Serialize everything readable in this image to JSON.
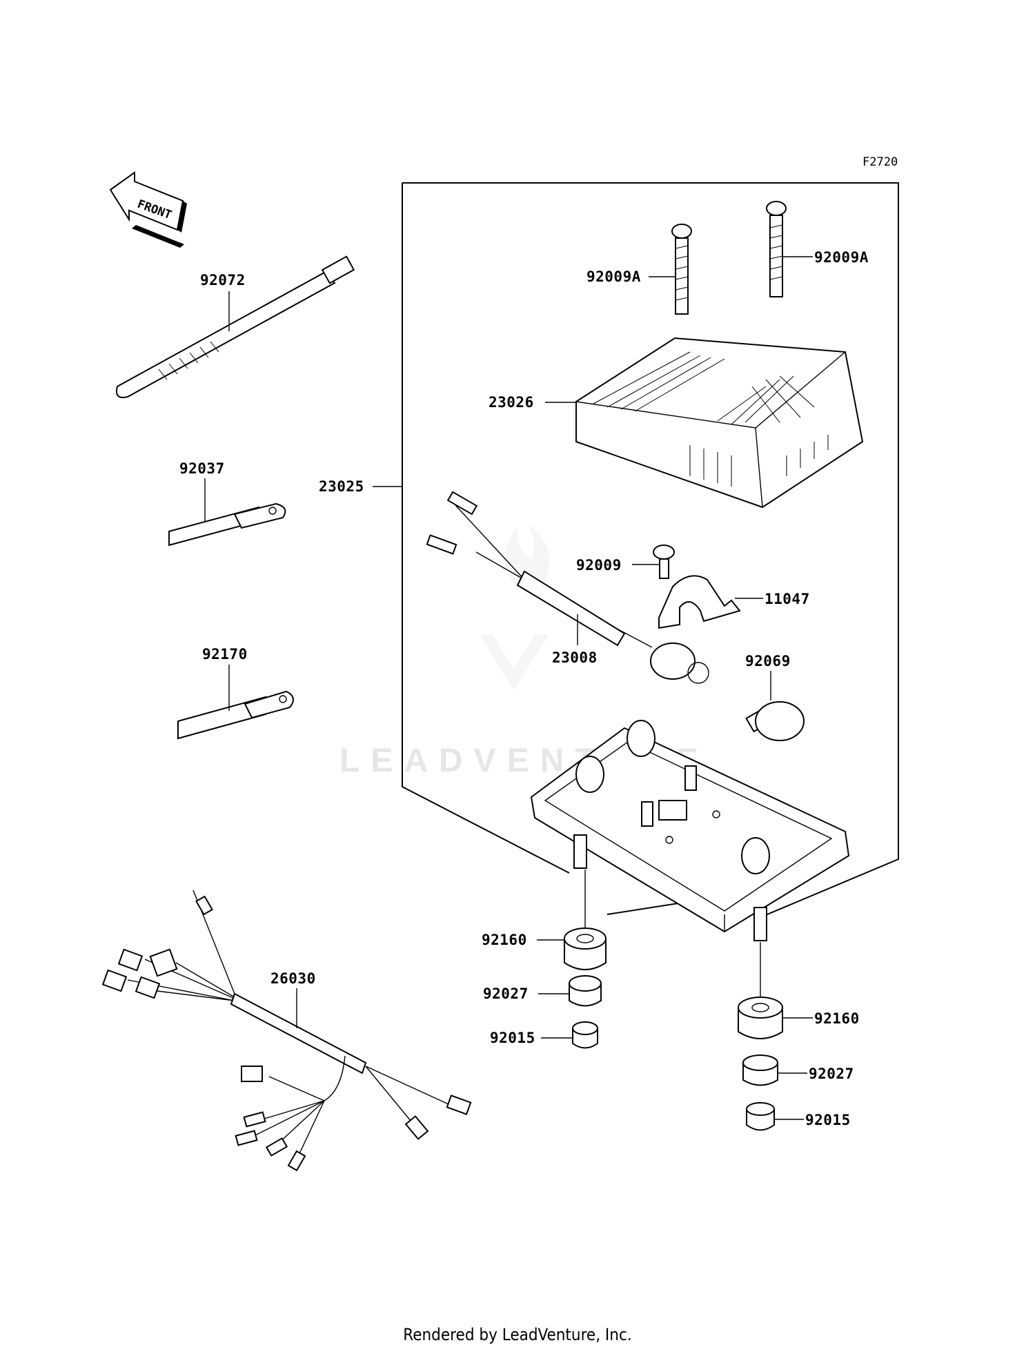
{
  "diagram_ref": "F2720",
  "front_label": "FRONT",
  "watermark": "LEADVENTURE",
  "footer": "Rendered by LeadVenture, Inc.",
  "parts": {
    "p92072": "92072",
    "p92037": "92037",
    "p92170": "92170",
    "p23025": "23025",
    "p92009A_1": "92009A",
    "p92009A_2": "92009A",
    "p23026": "23026",
    "p92009": "92009",
    "p11047": "11047",
    "p23008": "23008",
    "p92069": "92069",
    "p92160_1": "92160",
    "p92027_1": "92027",
    "p92015_1": "92015",
    "p92160_2": "92160",
    "p92027_2": "92027",
    "p92015_2": "92015",
    "p26030": "26030"
  }
}
